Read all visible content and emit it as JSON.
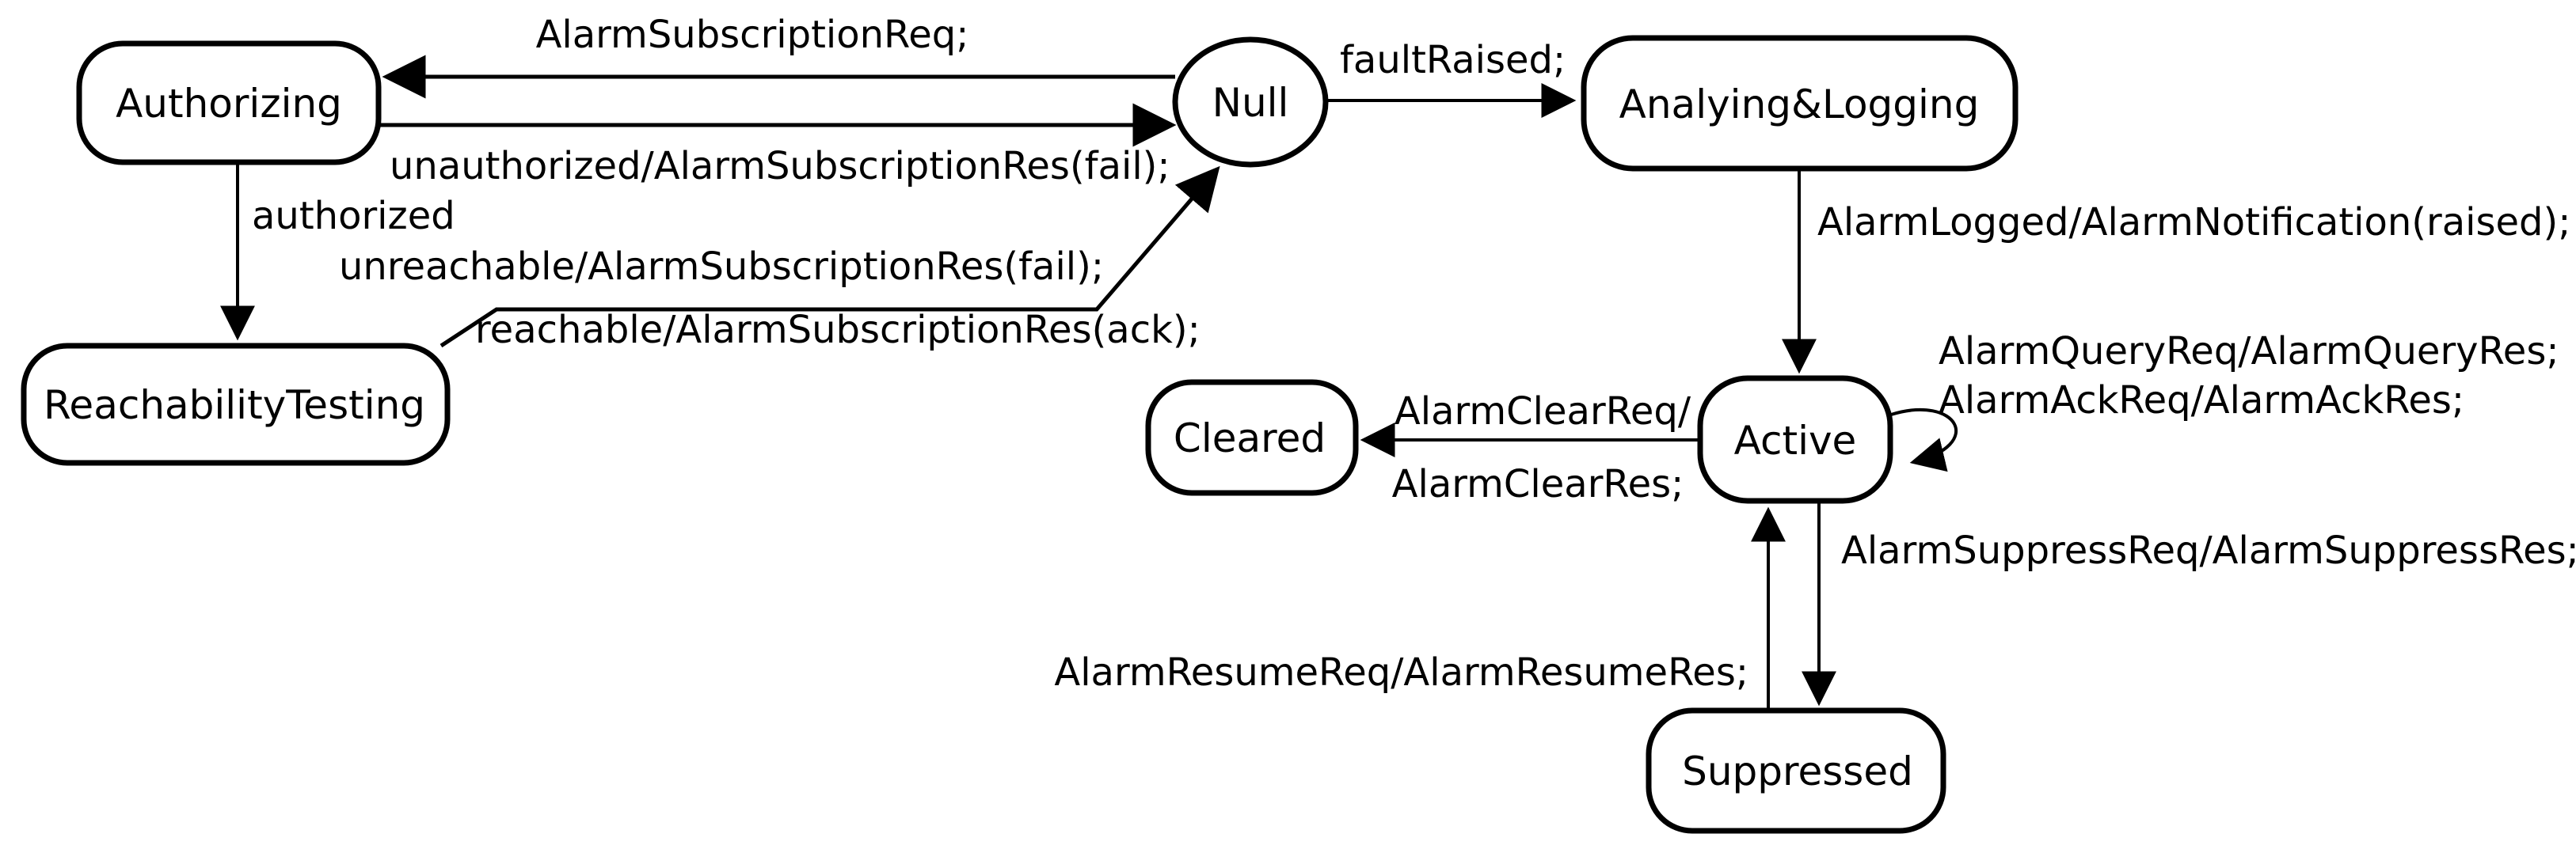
{
  "colors": {
    "background": "#ffffff",
    "line": "#000000",
    "text": "#000000"
  },
  "states": {
    "authorizing": {
      "label": "Authorizing"
    },
    "null_state": {
      "label": "Null"
    },
    "analying_logging": {
      "label": "Analying&Logging"
    },
    "reachability_testing": {
      "label": "ReachabilityTesting"
    },
    "cleared": {
      "label": "Cleared"
    },
    "active": {
      "label": "Active"
    },
    "suppressed": {
      "label": "Suppressed"
    }
  },
  "transitions": {
    "null_to_authorizing": {
      "label": "AlarmSubscriptionReq;"
    },
    "authorizing_to_null": {
      "label": "unauthorized/AlarmSubscriptionRes(fail);"
    },
    "authorizing_to_reachability": {
      "label": "authorized"
    },
    "reachability_to_null_fail": {
      "label": "unreachable/AlarmSubscriptionRes(fail);"
    },
    "reachability_to_null_ack": {
      "label": "reachable/AlarmSubscriptionRes(ack);"
    },
    "null_to_analying": {
      "label": "faultRaised;"
    },
    "analying_to_active": {
      "label": "AlarmLogged/AlarmNotification(raised);"
    },
    "active_self_loop": {
      "lines": [
        "AlarmQueryReq/AlarmQueryRes;",
        "AlarmAckReq/AlarmAckRes;"
      ]
    },
    "active_to_cleared": {
      "lines": [
        "AlarmClearReq/",
        "AlarmClearRes;"
      ]
    },
    "active_to_suppressed": {
      "label": "AlarmSuppressReq/AlarmSuppressRes;"
    },
    "suppressed_to_active": {
      "label": "AlarmResumeReq/AlarmResumeRes;"
    }
  }
}
